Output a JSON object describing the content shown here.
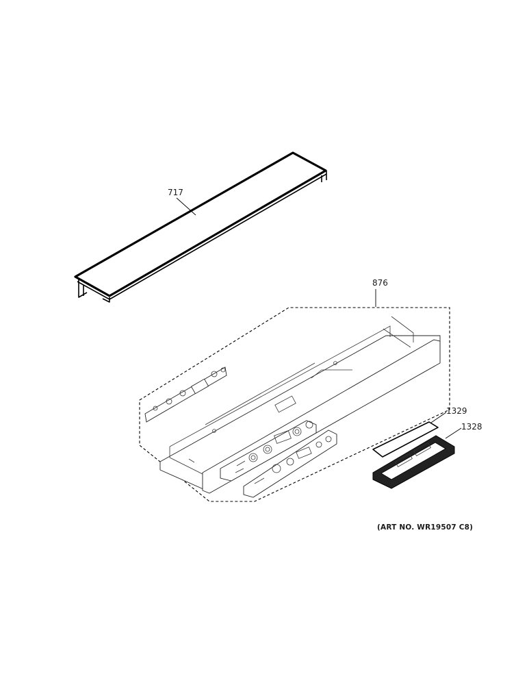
{
  "callouts": {
    "cover": "717",
    "control_panel": "876",
    "overlay": "1329",
    "bezel": "1328"
  },
  "art_number": "(ART NO. WR19507 C8)"
}
